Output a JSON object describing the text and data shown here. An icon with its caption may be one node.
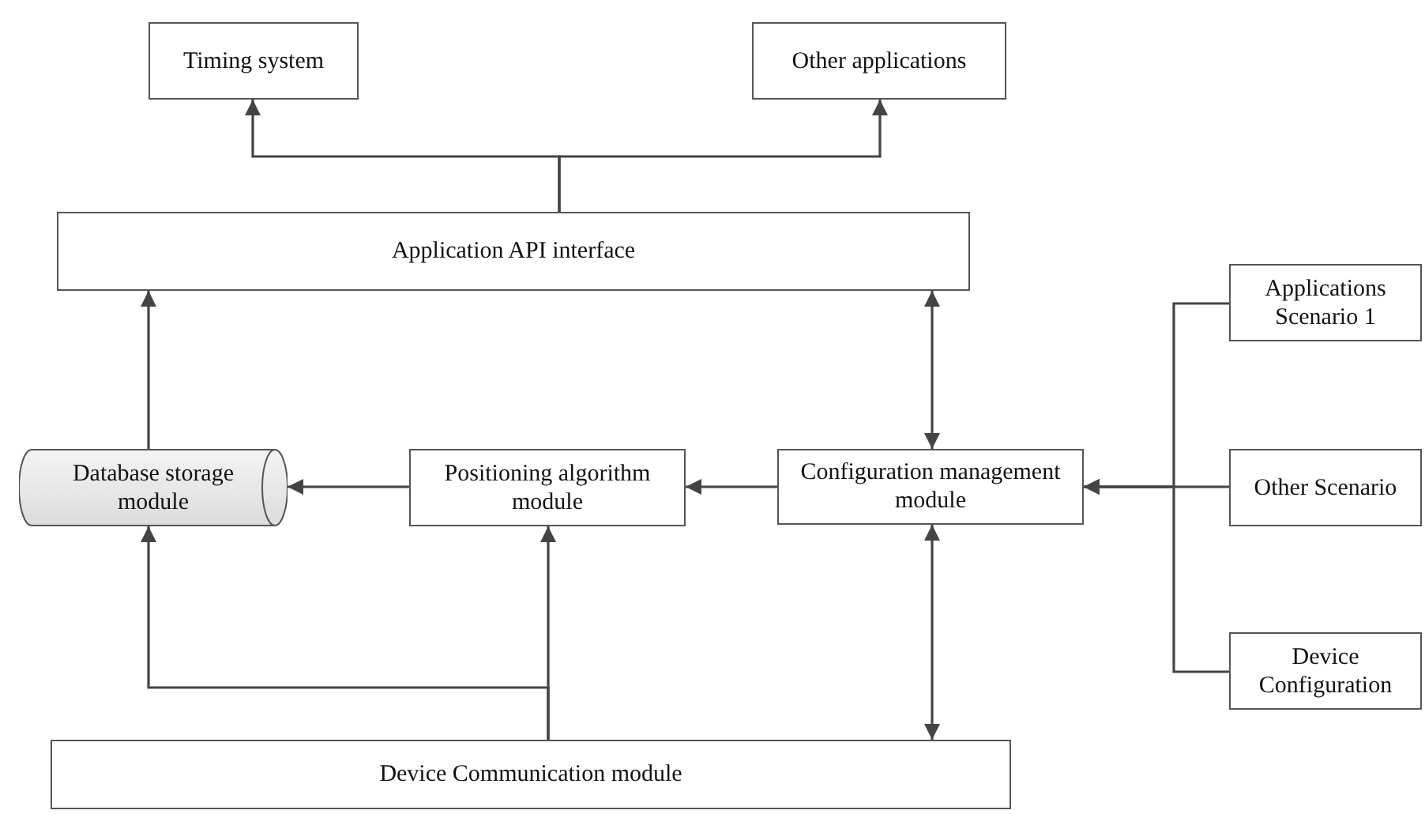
{
  "diagram": {
    "nodes": [
      {
        "text": [
          "Timing system"
        ]
      },
      {
        "text": [
          "Other applications"
        ]
      },
      {
        "text": [
          "Application API interface"
        ]
      },
      {
        "text": [
          "Database storage module"
        ]
      },
      {
        "text": [
          "Positioning algorithm module"
        ]
      },
      {
        "text": [
          "Configuration management module"
        ]
      },
      {
        "text": [
          "Applications Scenario 1"
        ]
      },
      {
        "text": [
          "Other Scenario"
        ]
      },
      {
        "text": [
          "Device Configuration"
        ]
      },
      {
        "text": [
          "Device Communication module"
        ]
      }
    ],
    "edges": [
      {
        "from": 2,
        "to": 0,
        "arrow": "to"
      },
      {
        "from": 2,
        "to": 1,
        "arrow": "to"
      },
      {
        "from": 3,
        "to": 2,
        "arrow": "to"
      },
      {
        "from": 5,
        "to": 2,
        "arrow": "both"
      },
      {
        "from": 4,
        "to": 3,
        "arrow": "to"
      },
      {
        "from": 5,
        "to": 4,
        "arrow": "to"
      },
      {
        "from": 6,
        "to": 5,
        "arrow": "to"
      },
      {
        "from": 7,
        "to": 5,
        "arrow": "to"
      },
      {
        "from": 8,
        "to": 5,
        "arrow": "to"
      },
      {
        "from": 5,
        "to": 9,
        "arrow": "both"
      },
      {
        "from": 9,
        "to": 3,
        "arrow": "to"
      },
      {
        "from": 9,
        "to": 4,
        "arrow": "to"
      }
    ]
  }
}
